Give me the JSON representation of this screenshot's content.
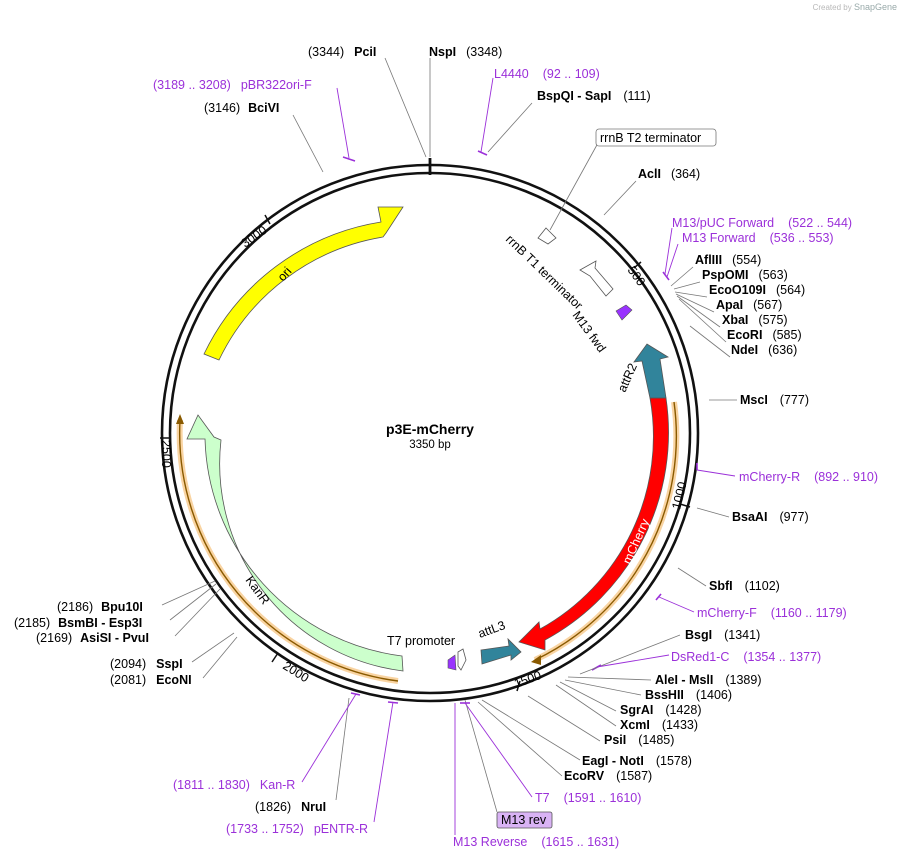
{
  "credit": {
    "prefix": "Created by",
    "brand": "SnapGene"
  },
  "plasmid": {
    "name": "p3E-mCherry",
    "size": "3350 bp",
    "length": 3350
  },
  "ticks": [
    {
      "value": 500,
      "label": "500"
    },
    {
      "value": 1000,
      "label": "1000"
    },
    {
      "value": 1500,
      "label": "1500"
    },
    {
      "value": 2000,
      "label": "2000"
    },
    {
      "value": 2500,
      "label": "2500"
    },
    {
      "value": 3000,
      "label": "3000"
    }
  ],
  "enzymes": [
    {
      "id": "pcii",
      "name": "PciI",
      "pos": "(3344)"
    },
    {
      "id": "nspi",
      "name": "NspI",
      "pos": "(3348)"
    },
    {
      "id": "bclvi",
      "name": "BciVI",
      "pos": "(3146)"
    },
    {
      "id": "bspqi",
      "name": "BspQI",
      "name2": "SapI",
      "pos": "(111)"
    },
    {
      "id": "acli",
      "name": "AclI",
      "pos": "(364)"
    },
    {
      "id": "aflIII",
      "name": "AflIII",
      "pos": "(554)"
    },
    {
      "id": "pspomi",
      "name": "PspOMI",
      "pos": "(563)"
    },
    {
      "id": "eco0109i",
      "name": "EcoO109I",
      "pos": "(564)"
    },
    {
      "id": "apai",
      "name": "ApaI",
      "pos": "(567)"
    },
    {
      "id": "xbai",
      "name": "XbaI",
      "pos": "(575)"
    },
    {
      "id": "ecori",
      "name": "EcoRI",
      "pos": "(585)"
    },
    {
      "id": "ndei",
      "name": "NdeI",
      "pos": "(636)"
    },
    {
      "id": "msci",
      "name": "MscI",
      "pos": "(777)"
    },
    {
      "id": "bsaai",
      "name": "BsaAI",
      "pos": "(977)"
    },
    {
      "id": "sbfi",
      "name": "SbfI",
      "pos": "(1102)"
    },
    {
      "id": "bsgi",
      "name": "BsgI",
      "pos": "(1341)"
    },
    {
      "id": "alei",
      "name": "AleI",
      "name2": "MslI",
      "pos": "(1389)"
    },
    {
      "id": "bsshii",
      "name": "BssHII",
      "pos": "(1406)"
    },
    {
      "id": "sgrai",
      "name": "SgrAI",
      "pos": "(1428)"
    },
    {
      "id": "xcmi",
      "name": "XcmI",
      "pos": "(1433)"
    },
    {
      "id": "psii",
      "name": "PsiI",
      "pos": "(1485)"
    },
    {
      "id": "eagi",
      "name": "EagI",
      "name2": "NotI",
      "pos": "(1578)"
    },
    {
      "id": "ecorv",
      "name": "EcoRV",
      "pos": "(1587)"
    },
    {
      "id": "nrui",
      "name": "NruI",
      "pos": "(1826)"
    },
    {
      "id": "ssp",
      "name": "SspI",
      "pos": "(2094)"
    },
    {
      "id": "econi",
      "name": "EcoNI",
      "pos": "(2081)"
    },
    {
      "id": "bpu10i",
      "name": "Bpu10I",
      "pos": "(2186)"
    },
    {
      "id": "bsmbi",
      "name": "BsmBI",
      "name2": "Esp3I",
      "pos": "(2185)"
    },
    {
      "id": "asisi",
      "name": "AsiSI",
      "name2": "PvuI",
      "pos": "(2169)"
    }
  ],
  "primers": [
    {
      "id": "pbr322",
      "name": "pBR322ori-F",
      "range": "(3189 .. 3208)"
    },
    {
      "id": "l4440",
      "name": "L4440",
      "range": "(92 .. 109)"
    },
    {
      "id": "m13puc",
      "name": "M13/pUC Forward",
      "range": "(522 .. 544)"
    },
    {
      "id": "m13fwd",
      "name": "M13 Forward",
      "range": "(536 .. 553)"
    },
    {
      "id": "mcherryr",
      "name": "mCherry-R",
      "range": "(892 .. 910)"
    },
    {
      "id": "mcherryf",
      "name": "mCherry-F",
      "range": "(1160 .. 1179)"
    },
    {
      "id": "dsred",
      "name": "DsRed1-C",
      "range": "(1354 .. 1377)"
    },
    {
      "id": "t7",
      "name": "T7",
      "range": "(1591 .. 1610)"
    },
    {
      "id": "m13rev",
      "name": "M13 Reverse",
      "range": "(1615 .. 1631)"
    },
    {
      "id": "kanr_p",
      "name": "Kan-R",
      "range": "(1811 .. 1830)"
    },
    {
      "id": "pentr",
      "name": "pENTR-R",
      "range": "(1733 .. 1752)"
    }
  ],
  "features": [
    {
      "id": "ori",
      "label": "ori",
      "color": "#ffff00"
    },
    {
      "id": "kanr",
      "label": "KanR",
      "color": "#ccffcc"
    },
    {
      "id": "mcherry",
      "label": "mCherry",
      "color": "#ff0000"
    },
    {
      "id": "attr2",
      "label": "attR2",
      "color": "#31849b"
    },
    {
      "id": "attl3",
      "label": "attL3",
      "color": "#31849b"
    },
    {
      "id": "m13fwd_f",
      "label": "M13 fwd",
      "color": "#9933ff"
    },
    {
      "id": "rrnbt1",
      "label": "rrnB T1 terminator",
      "color": "#ffffff"
    },
    {
      "id": "rrnbt2",
      "label": "rrnB T2 terminator",
      "color": "#ffffff"
    },
    {
      "id": "t7p",
      "label": "T7 promoter",
      "color": "#9933ff"
    },
    {
      "id": "m13rev_f",
      "label": "M13 rev",
      "color": "#cc99ff"
    }
  ]
}
